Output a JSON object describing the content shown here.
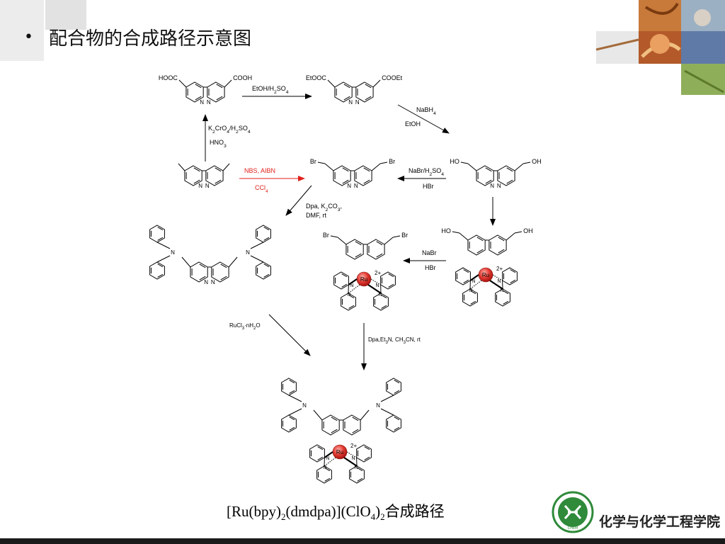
{
  "slide": {
    "bullet": "•",
    "title": "配合物的合成路径示意图"
  },
  "caption": {
    "part1": "[Ru(bpy)",
    "sub1": "2",
    "part2": "(dmdpa)](ClO",
    "sub2": "4",
    "part3": ")",
    "sub3": "2",
    "part4": "合成路径"
  },
  "footer": {
    "college_name": "化学与化学工程学院",
    "logo_text": "CHEM"
  },
  "scheme": {
    "dicarboxylic_acid": {
      "left": "HOOC",
      "right": "COOH"
    },
    "diester": {
      "left": "EtOOC",
      "right": "COOEt"
    },
    "diol": {
      "left": "HO",
      "right": "OH"
    },
    "dibromide": {
      "left": "Br",
      "right": "Br"
    },
    "ru_dibromide": {
      "left": "Br",
      "right": "Br"
    },
    "ru_diol": {
      "left": "HO",
      "right": "OH"
    },
    "arrow_esterification": "EtOH/H2SO4",
    "arrow_reduction_1": "NaBH4",
    "arrow_reduction_2": "EtOH",
    "arrow_oxidation_1": "K2CrO4/H2SO4",
    "arrow_oxidation_2": "HNO3",
    "arrow_bromination_1": "NBS, AIBN",
    "arrow_bromination_2": "CCl4",
    "arrow_bromide_1": "NaBr/H2SO4",
    "arrow_bromide_2": "HBr",
    "arrow_amination_1": "Dpa, K2CO3,",
    "arrow_amination_2": "DMF, rt",
    "arrow_ru_bromide_1": "NaBr",
    "arrow_ru_bromide_2": "HBr",
    "arrow_complexation": "RuCl3·nH2O",
    "arrow_final": "Dpa,Et3N, CH3CN, rt",
    "ru_label": "Ru",
    "charge": "2+",
    "n_label": "N"
  },
  "colors": {
    "ru_sphere": "#e23a32",
    "red_reagent": "#e0201a",
    "photo_orange": "#d98a3a",
    "logo_green": "#2f8a3a"
  }
}
